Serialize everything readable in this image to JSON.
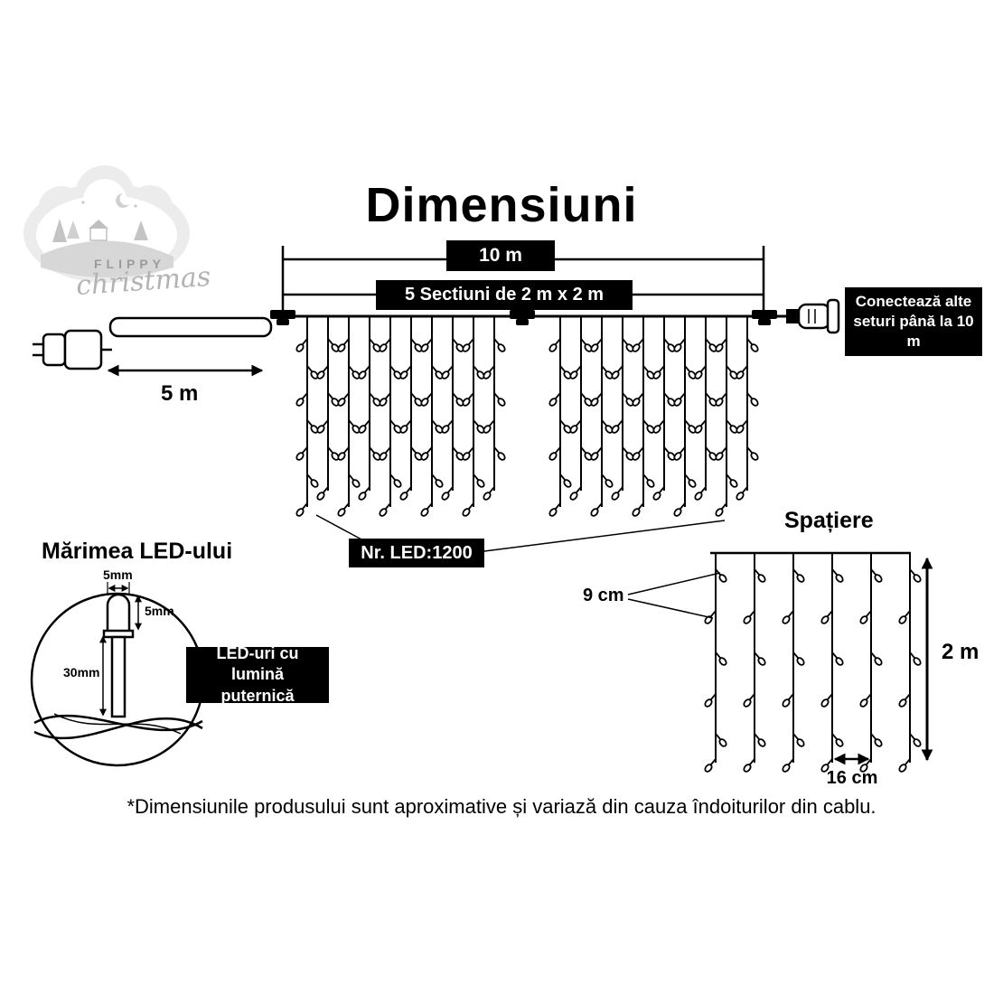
{
  "title": "Dimensiuni",
  "logo": {
    "name_top": "FLIPPY",
    "name_bottom": "christmas"
  },
  "dimensions": {
    "total_width": "10 m",
    "sections": "5 Sectiuni de 2 m x 2 m",
    "lead_cable": "5 m",
    "connect_note": "Conectează alte seturi până la 10 m",
    "led_count": "Nr. LED:1200"
  },
  "spacing": {
    "title": "Spațiere",
    "vertical_gap": "9 cm",
    "horizontal_gap": "16 cm",
    "height": "2 m"
  },
  "led_size": {
    "title": "Mărimea LED-ului",
    "width": "5mm",
    "cap_height": "5mm",
    "length": "30mm",
    "feature": "LED-uri cu lumină puternică"
  },
  "footnote": "*Dimensiunile produsului sunt aproximative și variază din cauza îndoiturilor din cablu."
}
